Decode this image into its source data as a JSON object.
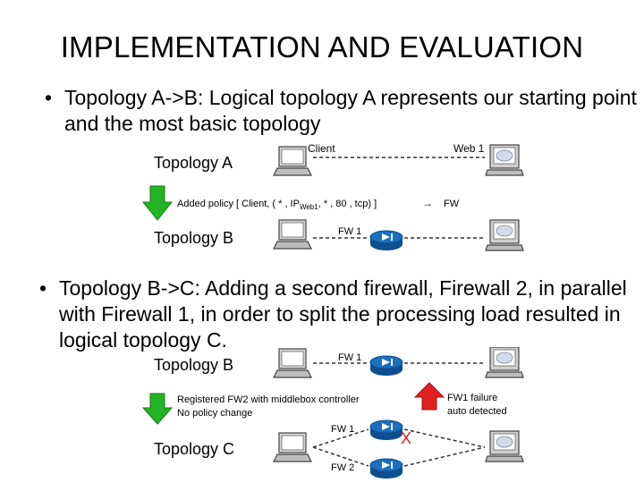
{
  "title": "IMPLEMENTATION AND EVALUATION",
  "bullets": [
    "Topology A->B: Logical topology A represents our starting point and the most basic topology",
    "Topology B->C: Adding a second firewall, Firewall 2, in parallel with Firewall 1, in order to split the processing load resulted in logical topology C."
  ],
  "bullet_glyph": "•",
  "fig1": {
    "topology_a": "Topology A",
    "topology_b": "Topology B",
    "client": "Client",
    "web1": "Web 1",
    "policy_pre": "Added policy [ Client, ( * , IP",
    "policy_sub": "Web1",
    "policy_post": ", * , 80 , tcp) ]",
    "policy_arrow": "→",
    "policy_target": "FW",
    "fw1": "FW 1"
  },
  "fig2": {
    "topology_b": "Topology B",
    "topology_c": "Topology C",
    "fw1_top": "FW 1",
    "registered_line1": "Registered FW2 with middlebox controller",
    "registered_line2": "No policy change",
    "failure_line1": "FW1 failure",
    "failure_line2": "auto detected",
    "fw1": "FW 1",
    "fw2": "FW 2",
    "fail_mark": "X"
  },
  "colors": {
    "green_arrow": "#22b422",
    "red_arrow": "#e02020",
    "firewall": "#1a6fc0"
  }
}
